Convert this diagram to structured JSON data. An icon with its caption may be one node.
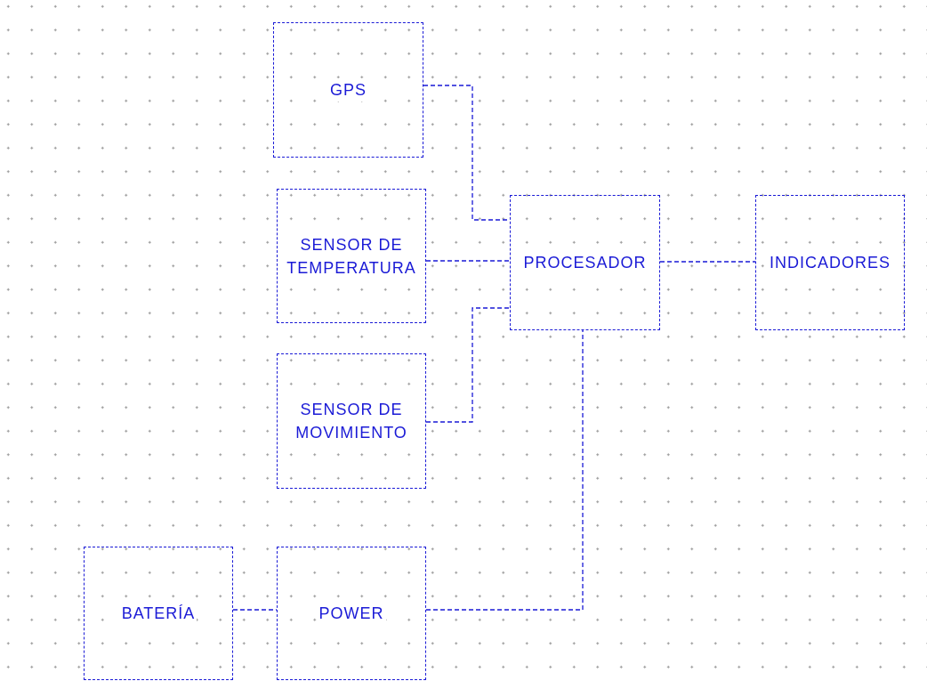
{
  "diagram": {
    "nodes": [
      {
        "text": [
          "GPS"
        ]
      },
      {
        "text": [
          "SENSOR DE TEMPERATURA"
        ]
      },
      {
        "text": [
          "PROCESADOR"
        ]
      },
      {
        "text": [
          "INDICADORES"
        ]
      },
      {
        "text": [
          "SENSOR DE MOVIMIENTO"
        ]
      },
      {
        "text": [
          "BATERÍA"
        ]
      },
      {
        "text": [
          "POWER"
        ]
      }
    ],
    "edges": [
      {
        "from": 0,
        "to": 2,
        "arrow": "none",
        "style": "dashed"
      },
      {
        "from": 1,
        "to": 2,
        "arrow": "none",
        "style": "dashed"
      },
      {
        "from": 4,
        "to": 2,
        "arrow": "none",
        "style": "dashed"
      },
      {
        "from": 2,
        "to": 3,
        "arrow": "none",
        "style": "dashed"
      },
      {
        "from": 5,
        "to": 6,
        "arrow": "none",
        "style": "dashed"
      },
      {
        "from": 6,
        "to": 2,
        "arrow": "none",
        "style": "dashed"
      }
    ]
  }
}
